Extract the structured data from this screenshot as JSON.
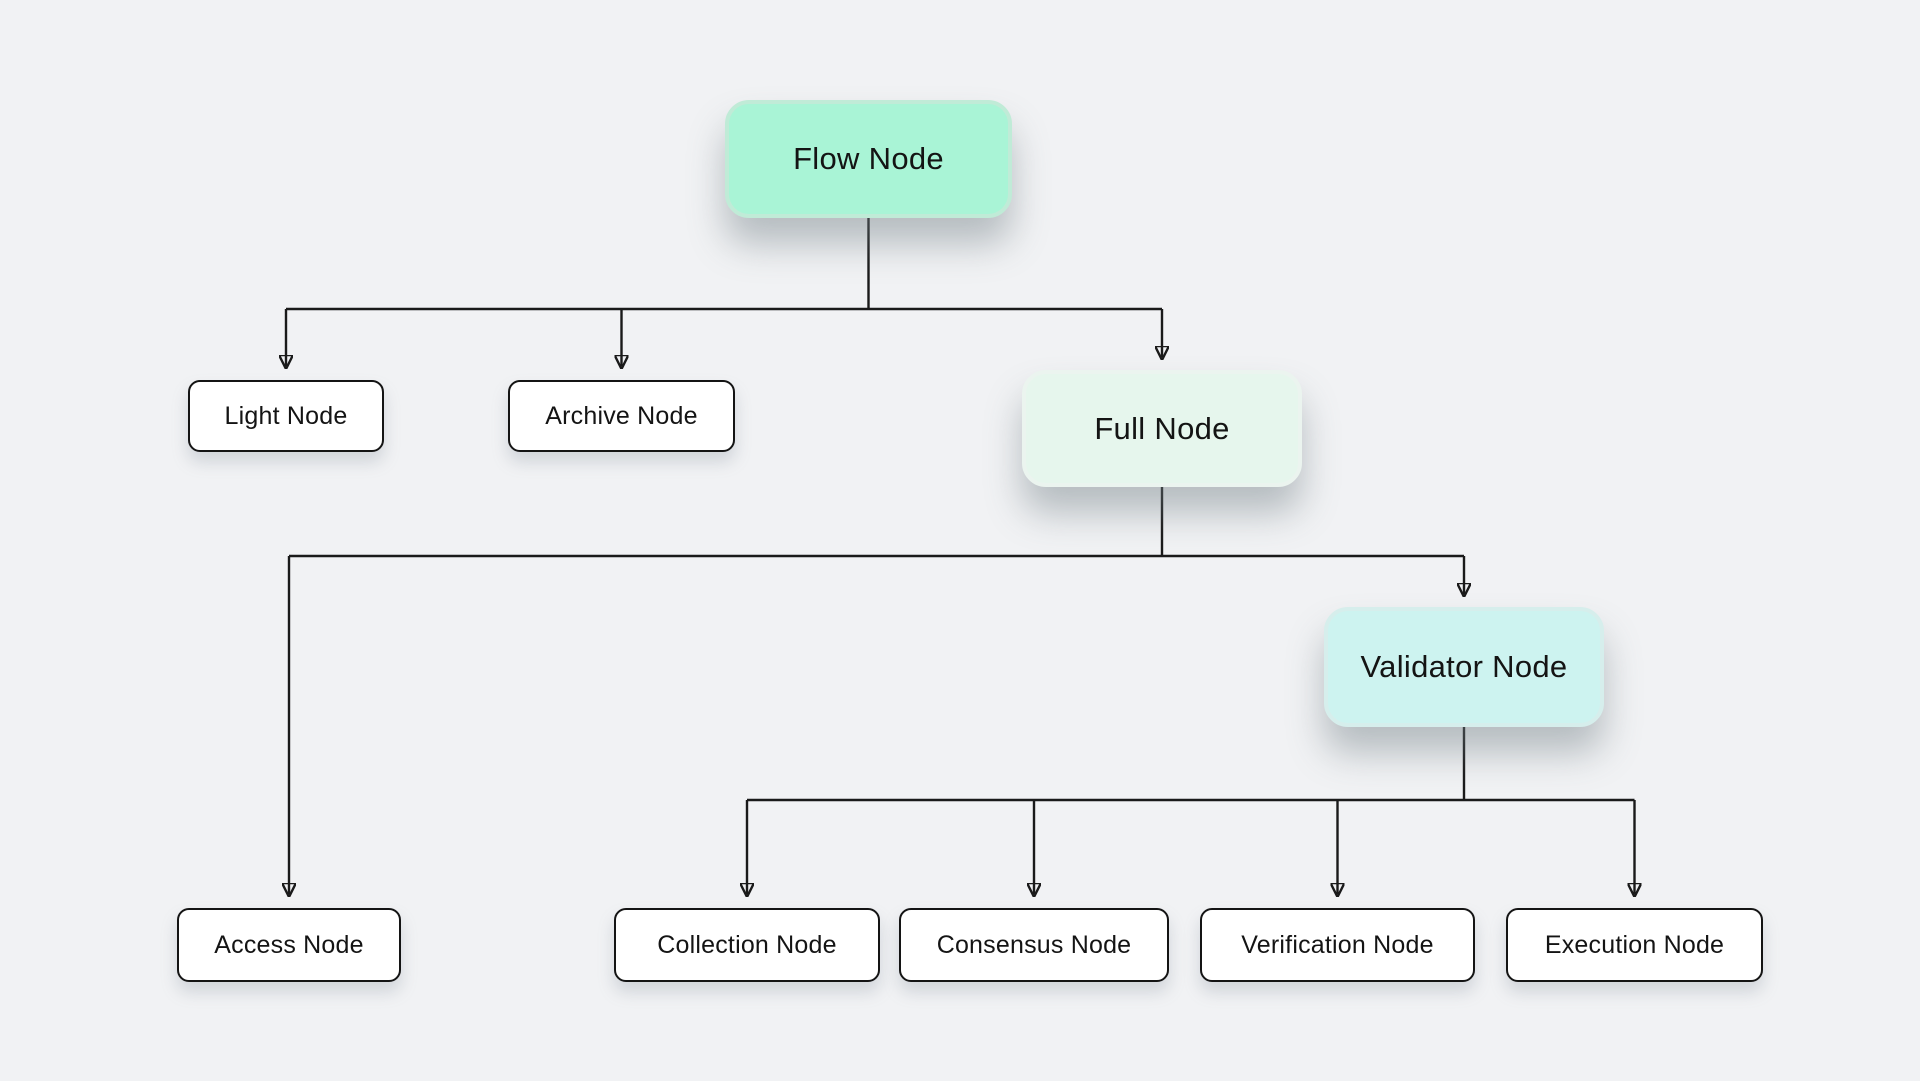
{
  "diagram": {
    "type": "tree",
    "nodes": [
      {
        "id": "flow",
        "label": "Flow Node",
        "variant": "mint",
        "fill": "#a9f4d6"
      },
      {
        "id": "light",
        "label": "Light Node",
        "variant": "plain",
        "fill": "#ffffff"
      },
      {
        "id": "archive",
        "label": "Archive Node",
        "variant": "plain",
        "fill": "#ffffff"
      },
      {
        "id": "full",
        "label": "Full Node",
        "variant": "pale-mint",
        "fill": "#e6f6ed"
      },
      {
        "id": "access",
        "label": "Access Node",
        "variant": "plain",
        "fill": "#ffffff"
      },
      {
        "id": "validator",
        "label": "Validator Node",
        "variant": "cyan",
        "fill": "#cdf3f0"
      },
      {
        "id": "collection",
        "label": "Collection Node",
        "variant": "plain",
        "fill": "#ffffff"
      },
      {
        "id": "consensus",
        "label": "Consensus Node",
        "variant": "plain",
        "fill": "#ffffff"
      },
      {
        "id": "verification",
        "label": "Verification Node",
        "variant": "plain",
        "fill": "#ffffff"
      },
      {
        "id": "execution",
        "label": "Execution Node",
        "variant": "plain",
        "fill": "#ffffff"
      }
    ],
    "edges": [
      {
        "from": "flow",
        "to": "light"
      },
      {
        "from": "flow",
        "to": "archive"
      },
      {
        "from": "flow",
        "to": "full"
      },
      {
        "from": "full",
        "to": "access"
      },
      {
        "from": "full",
        "to": "validator"
      },
      {
        "from": "validator",
        "to": "collection"
      },
      {
        "from": "validator",
        "to": "consensus"
      },
      {
        "from": "validator",
        "to": "verification"
      },
      {
        "from": "validator",
        "to": "execution"
      }
    ],
    "colors": {
      "background": "#f1f2f4",
      "line": "#1a1a1a",
      "text": "#141414",
      "mint": "#a9f4d6",
      "pale_mint": "#e6f6ed",
      "cyan": "#cdf3f0",
      "plain_node_border": "#141414"
    }
  }
}
